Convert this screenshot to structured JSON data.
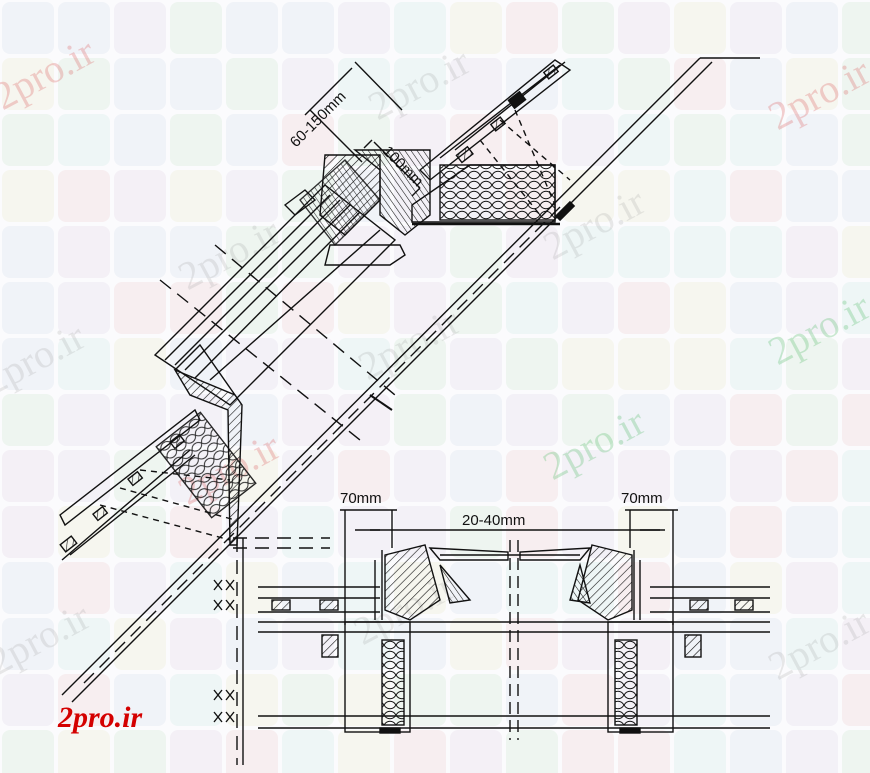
{
  "dimensions": {
    "top_range": "60-150mm",
    "top_gap": "100mm",
    "left_width": "70mm",
    "mid_range": "20-40mm",
    "right_width": "70mm"
  },
  "watermark": "2pro.ir",
  "logo": "2pro.ir",
  "colors": {
    "line": "#111111",
    "logo": "#d40000",
    "watermark_red": "#dc5a5a",
    "watermark_green": "#5abe6e"
  }
}
